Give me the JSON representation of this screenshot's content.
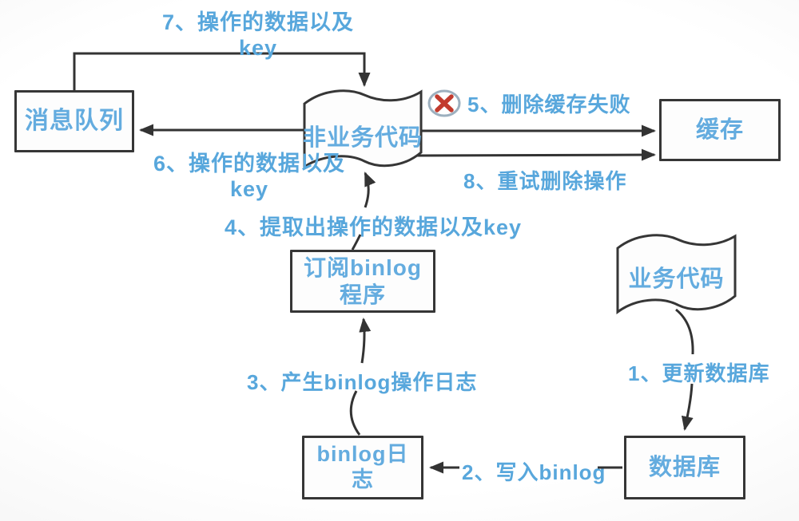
{
  "title": "binlog-based cache deletion retry flow diagram",
  "nodes": {
    "message_queue": {
      "label": "消息队列"
    },
    "non_business_code": {
      "label": "非业务代码"
    },
    "cache": {
      "label": "缓存"
    },
    "subscribe_binlog": {
      "line1": "订阅binlog",
      "line2": "程序"
    },
    "business_code": {
      "label": "业务代码"
    },
    "binlog_log": {
      "line1": "binlog日",
      "line2": "志"
    },
    "database": {
      "label": "数据库"
    }
  },
  "steps": {
    "s1": {
      "label": "1、更新数据库"
    },
    "s2": {
      "label": "2、写入binlog"
    },
    "s3": {
      "label": "3、产生binlog操作日志"
    },
    "s4": {
      "label": "4、提取出操作的数据以及key"
    },
    "s5": {
      "label": "5、删除缓存失败",
      "icon": "error-cross-icon"
    },
    "s6": {
      "line1": "6、操作的数据以及",
      "line2": "key"
    },
    "s7": {
      "line1": "7、操作的数据以及",
      "line2": "key"
    },
    "s8": {
      "label": "8、重试删除操作"
    }
  },
  "colors": {
    "label_blue": "#58a7dc",
    "node_text_blue": "#64acdf",
    "line_dark": "#333333",
    "error_red": "#c23b2e",
    "error_ring": "#9db0bf"
  }
}
